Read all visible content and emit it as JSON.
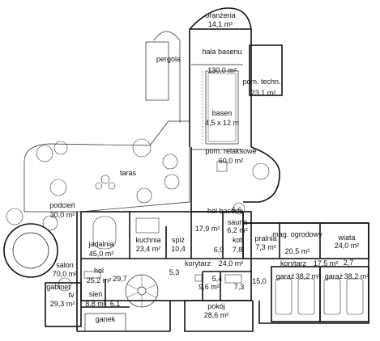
{
  "rooms": {
    "oranzeria": {
      "name": "oranżeria",
      "area": "14,1 m²"
    },
    "hala_basenu": {
      "name": "hala basenu",
      "area": "130,0 m²"
    },
    "basen": {
      "name": "basen",
      "size": "4,5 x 12 m"
    },
    "pom_techn": {
      "name": "pom. techn.",
      "area": "23,1 m²"
    },
    "pergola": {
      "name": "pergola"
    },
    "pom_relaksowe": {
      "name": "pom. relaksowe",
      "area": "60,0 m²"
    },
    "taras": {
      "name": "taras"
    },
    "podcien": {
      "name": "podcień",
      "area": "30,0 m²"
    },
    "jadalnia": {
      "name": "jadalnia",
      "area": "45,0 m²"
    },
    "kuchnia": {
      "name": "kuchnia",
      "area": "23,4 m²"
    },
    "spiz": {
      "name": "spiż",
      "area": "10,4"
    },
    "hol_basenu": {
      "name": "hol basenu",
      "area": "17,9 m²"
    },
    "sauna": {
      "name": "sauna",
      "area": "6,2 m²"
    },
    "small_66": {
      "area": "6,6"
    },
    "kot": {
      "name": "kot",
      "area": "7,8"
    },
    "small_60": {
      "area": "6,0"
    },
    "pralnia": {
      "name": "pralnia",
      "area": "7,3 m²"
    },
    "mag_ogrodowy": {
      "name": "mag. ogrodowy",
      "area": "20,5 m²"
    },
    "wiata": {
      "name": "wiata",
      "area": "24,0 m²"
    },
    "salon": {
      "name": "salon",
      "area": "70,0 m²"
    },
    "hol": {
      "name": "hol",
      "area": "25,2 m²"
    },
    "stair_landing": {
      "area": "29,7"
    },
    "small_53": {
      "area": "5,3"
    },
    "korytarz_24": {
      "name": "korytarz",
      "area": "24,0 m²"
    },
    "korytarz_17": {
      "name": "korytarz",
      "area": "17,5 m²"
    },
    "small_27": {
      "area": "2,7"
    },
    "garaz_1": {
      "name": "garaż",
      "area": "38,2 m²"
    },
    "garaz_2": {
      "name": "garaż",
      "area": "38,2 m²"
    },
    "gabinet": {
      "name": "gabinet",
      "suffix": "tv",
      "area": "29,3 m²"
    },
    "sien": {
      "name": "sień",
      "area": "8,8 m²"
    },
    "small_61": {
      "area": "6,1"
    },
    "lazienka_96": {
      "area": "9,6 m²"
    },
    "lazienka_54": {
      "area": "5,4"
    },
    "small_73": {
      "area": "7,3"
    },
    "pokoj": {
      "name": "pokój",
      "area": "28,6 m²"
    },
    "small_150": {
      "area": "15,0"
    },
    "ganek": {
      "name": "ganek"
    }
  }
}
